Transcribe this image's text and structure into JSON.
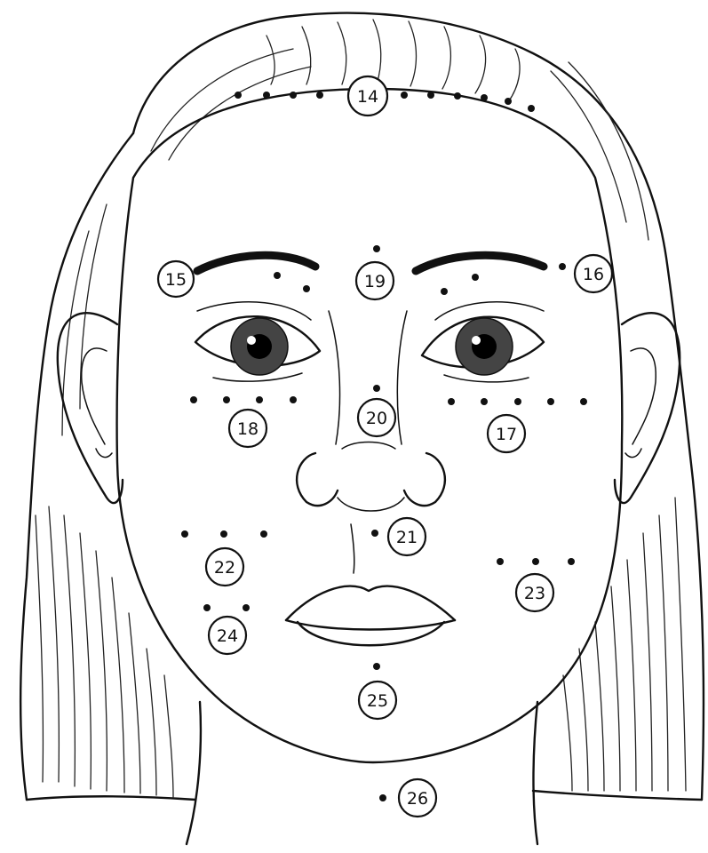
{
  "points": [
    {
      "id": "p14",
      "label": "14"
    },
    {
      "id": "p15",
      "label": "15"
    },
    {
      "id": "p16",
      "label": "16"
    },
    {
      "id": "p17",
      "label": "17"
    },
    {
      "id": "p18",
      "label": "18"
    },
    {
      "id": "p19",
      "label": "19"
    },
    {
      "id": "p20",
      "label": "20"
    },
    {
      "id": "p21",
      "label": "21"
    },
    {
      "id": "p22",
      "label": "22"
    },
    {
      "id": "p23",
      "label": "23"
    },
    {
      "id": "p24",
      "label": "24"
    },
    {
      "id": "p25",
      "label": "25"
    },
    {
      "id": "p26",
      "label": "26"
    }
  ]
}
